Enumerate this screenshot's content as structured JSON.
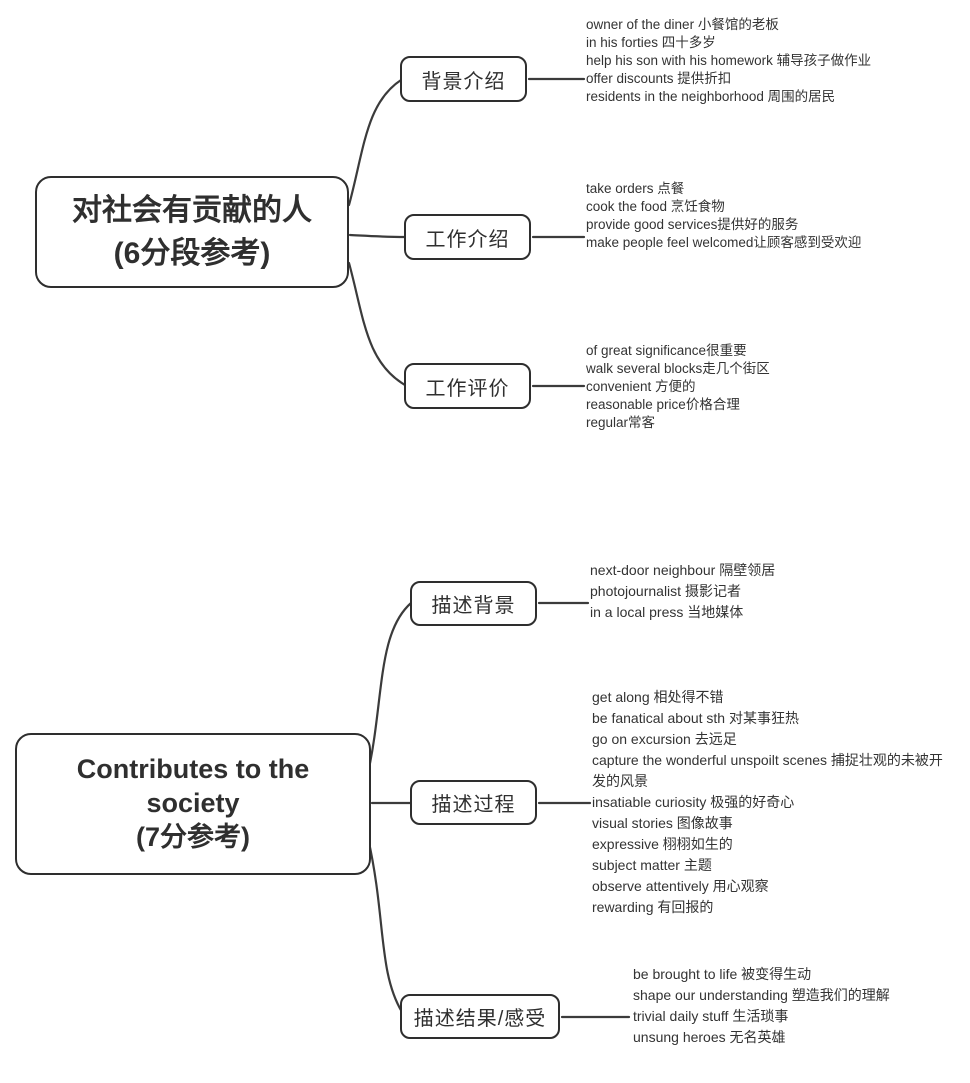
{
  "colors": {
    "line": "#3b3b3b",
    "node_border": "#2e2e2e",
    "text": "#2f2f2f"
  },
  "maps": [
    {
      "name": "six-point-outline",
      "root": {
        "lines": [
          "对社会有贡献的人",
          "(6分段参考)"
        ]
      },
      "branches": [
        {
          "label": "背景介绍",
          "items": [
            "owner of the diner 小餐馆的老板",
            "in his forties 四十多岁",
            "help his son with his homework 辅导孩子做作业",
            "offer discounts 提供折扣",
            "residents in the neighborhood 周围的居民"
          ]
        },
        {
          "label": "工作介绍",
          "items": [
            "take orders 点餐",
            "cook the food 烹饪食物",
            "provide good services提供好的服务",
            "make people feel welcomed让顾客感到受欢迎"
          ]
        },
        {
          "label": "工作评价",
          "items": [
            "of great significance很重要",
            "walk several blocks走几个街区",
            "convenient 方便的",
            "reasonable price价格合理",
            "regular常客"
          ]
        }
      ]
    },
    {
      "name": "seven-point-outline",
      "root": {
        "lines": [
          "Contributes to the",
          "society",
          "(7分参考)"
        ]
      },
      "branches": [
        {
          "label": "描述背景",
          "items": [
            "next-door neighbour 隔壁领居",
            "photojournalist 摄影记者",
            "in a local press 当地媒体"
          ]
        },
        {
          "label": "描述过程",
          "items": [
            "get along 相处得不错",
            "be fanatical about sth 对某事狂热",
            "go on excursion 去远足",
            "capture the wonderful unspoilt scenes 捕捉壮观的未被开发的风景",
            "insatiable curiosity 极强的好奇心",
            "visual stories 图像故事",
            "expressive 栩栩如生的",
            "subject matter 主题",
            "observe attentively 用心观察",
            "rewarding 有回报的"
          ]
        },
        {
          "label": "描述结果/感受",
          "items": [
            "be brought to life 被变得生动",
            "shape our understanding 塑造我们的理解",
            "trivial daily stuff 生活琐事",
            "unsung heroes 无名英雄"
          ]
        }
      ]
    }
  ]
}
